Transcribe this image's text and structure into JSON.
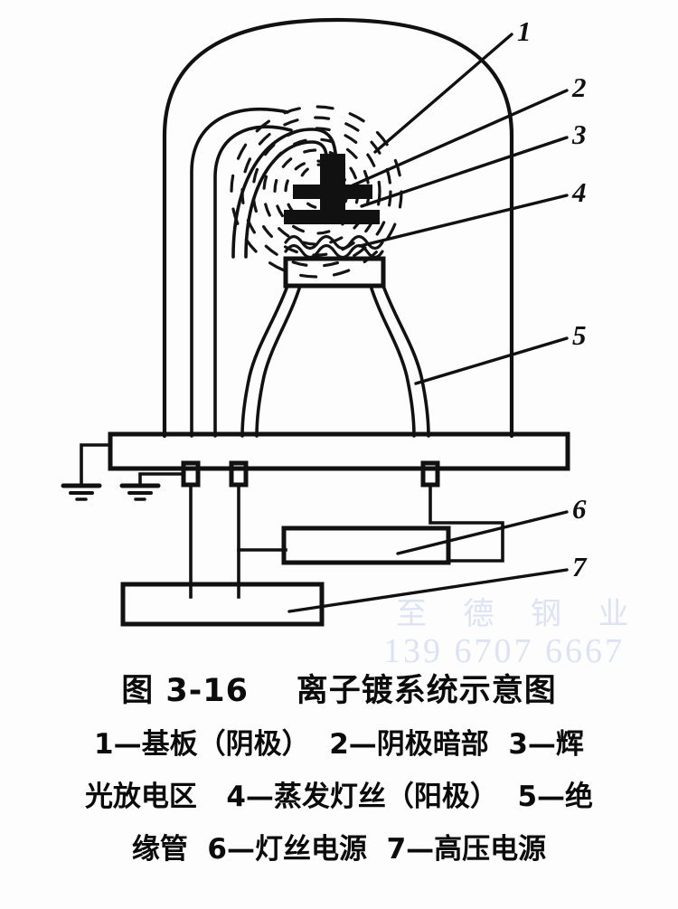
{
  "figure": {
    "title": "图 3-16    离子镀系统示意图",
    "legend_lines": [
      "1—基板（阴极）  2—阴极暗部  3—辉",
      "光放电区   4—蒸发灯丝（阳极）  5—绝",
      "缘管  6—灯丝电源  7—高压电源"
    ],
    "callouts": [
      {
        "id": "1",
        "label": "1"
      },
      {
        "id": "2",
        "label": "2"
      },
      {
        "id": "3",
        "label": "3"
      },
      {
        "id": "4",
        "label": "4"
      },
      {
        "id": "5",
        "label": "5"
      },
      {
        "id": "6",
        "label": "6"
      },
      {
        "id": "7",
        "label": "7"
      }
    ],
    "parts": [
      {
        "number": "1",
        "name": "基板（阴极）"
      },
      {
        "number": "2",
        "name": "阴极暗部"
      },
      {
        "number": "3",
        "name": "辉光放电区"
      },
      {
        "number": "4",
        "name": "蒸发灯丝（阳极）"
      },
      {
        "number": "5",
        "name": "绝缘管"
      },
      {
        "number": "6",
        "name": "灯丝电源"
      },
      {
        "number": "7",
        "name": "高压电源"
      }
    ]
  },
  "watermark": {
    "company": "至 德 钢 业",
    "phone": "139 6707 6667",
    "color": "#dde3f5"
  },
  "colors": {
    "ink": "#111111",
    "background": "#fdfdfd",
    "watermark": "#dde3f5"
  }
}
